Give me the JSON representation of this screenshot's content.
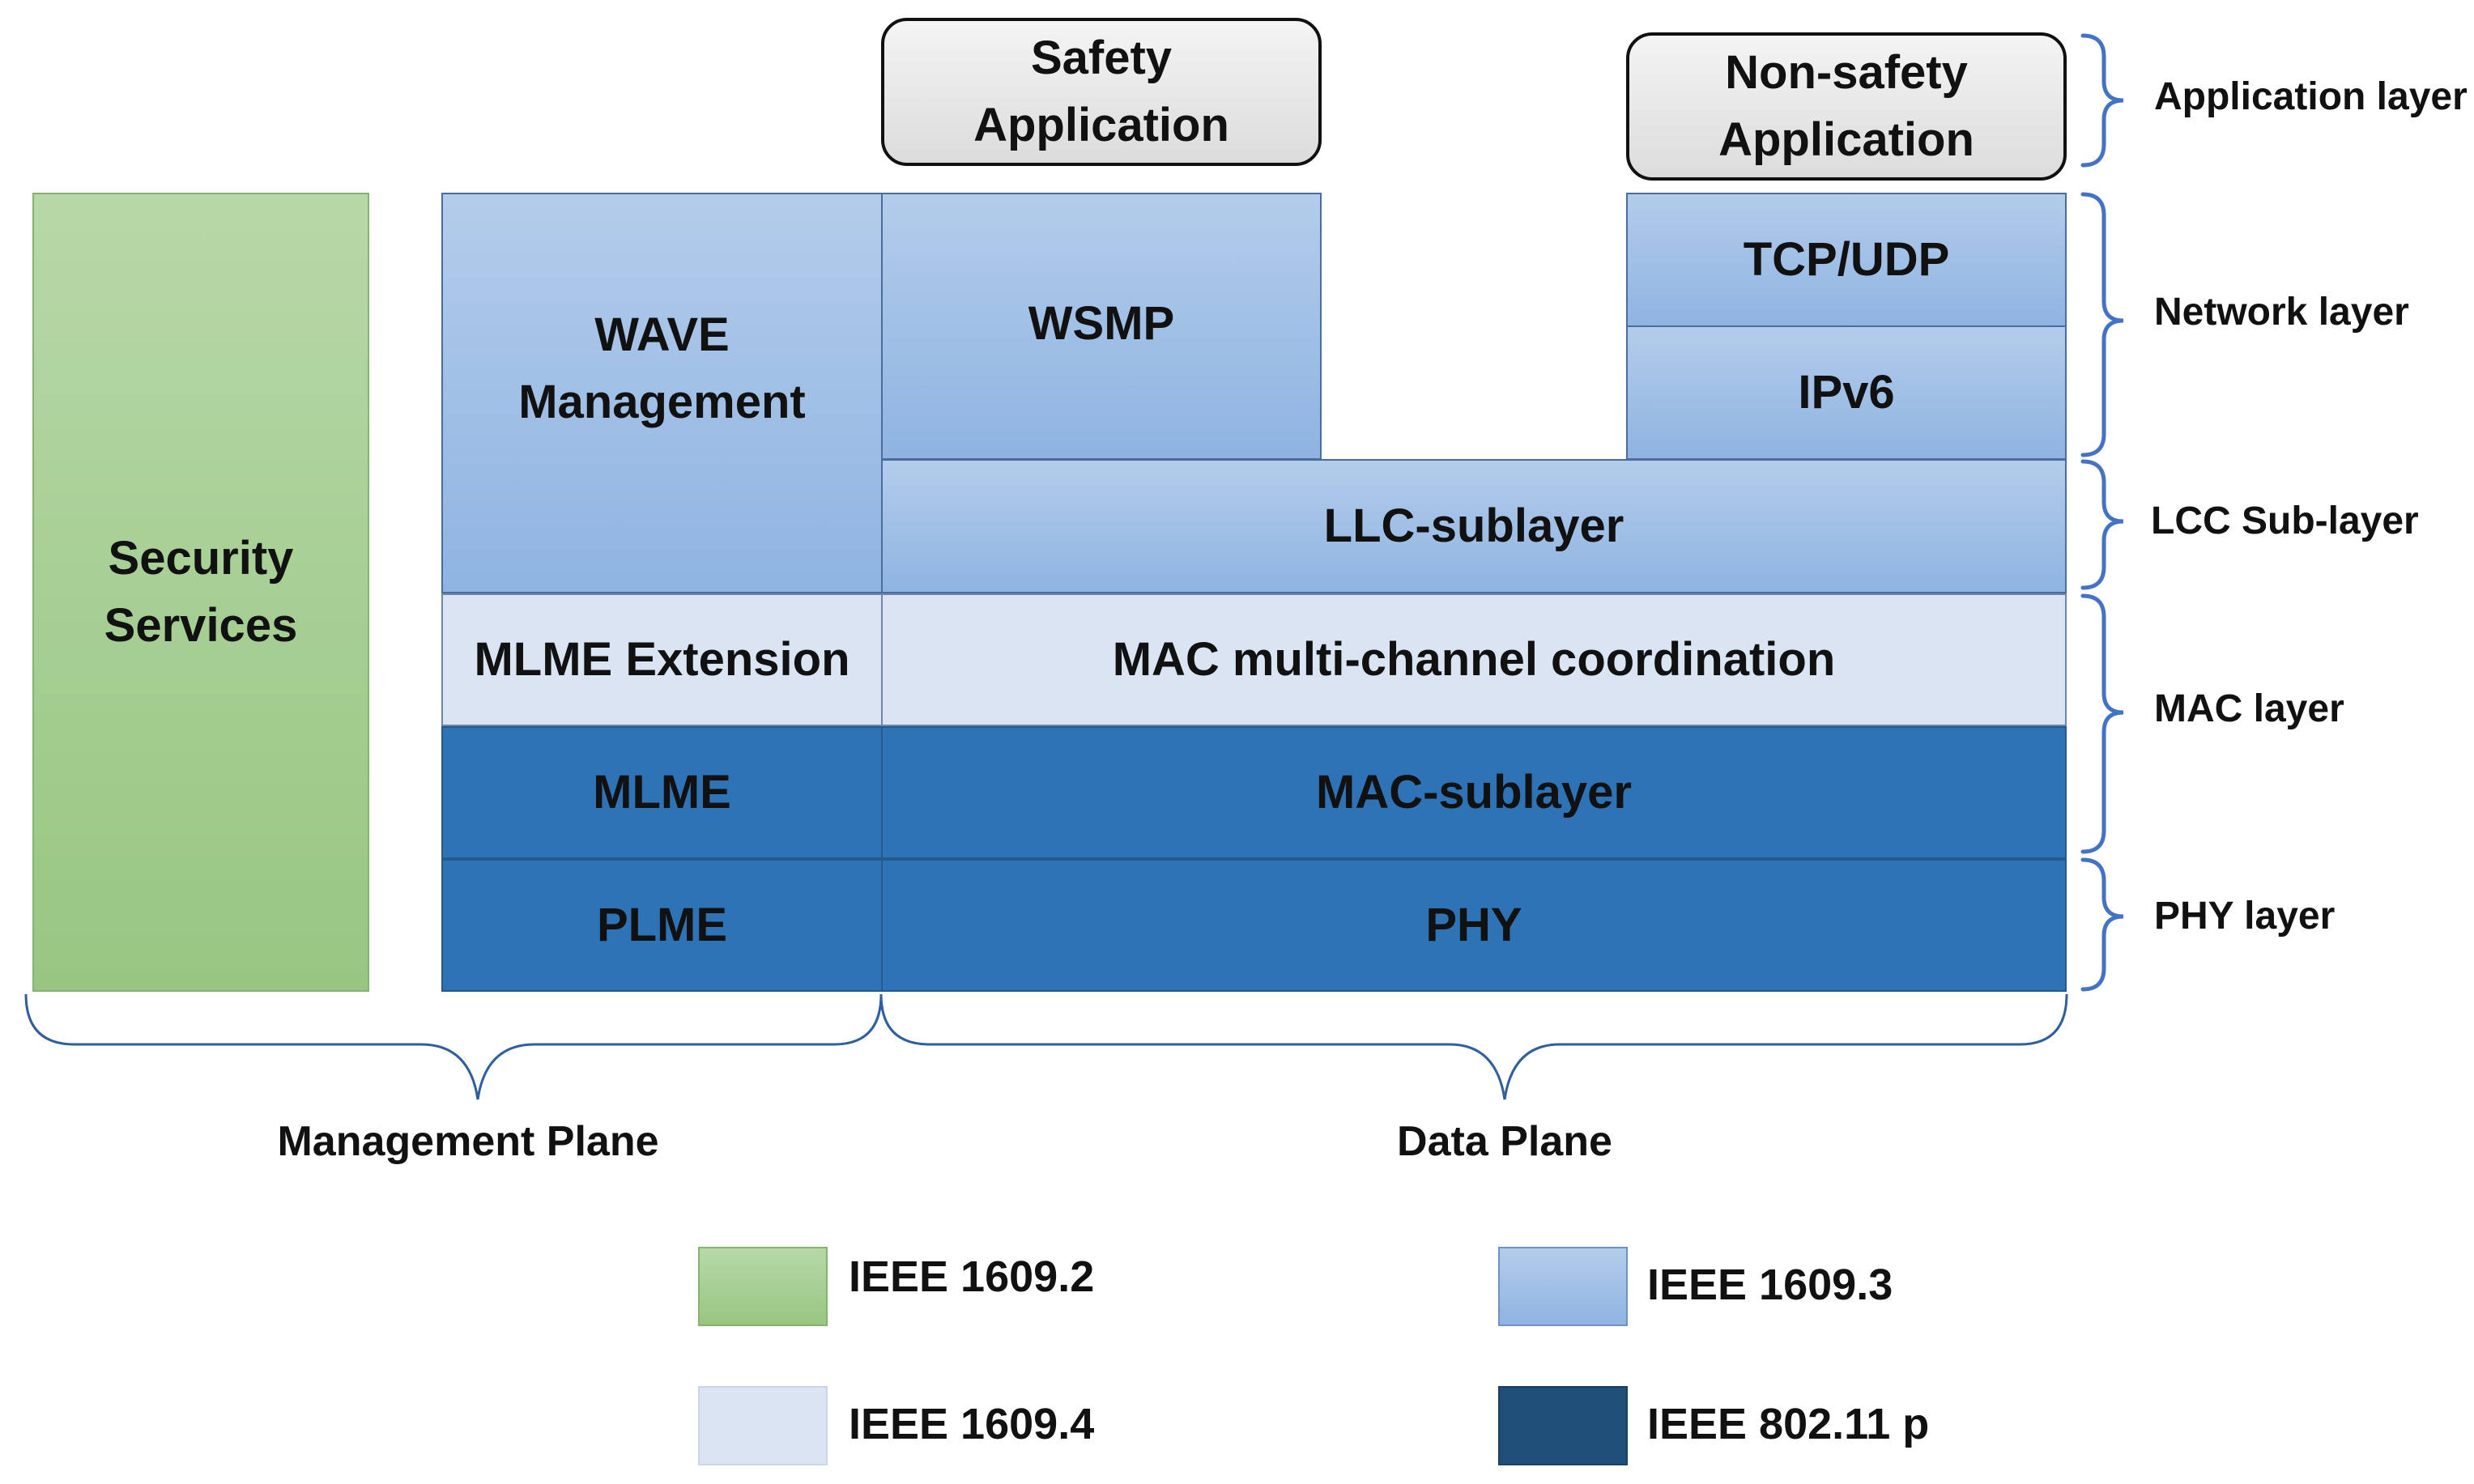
{
  "blocks": {
    "security_services": "Security Services",
    "wave_management": "WAVE Management",
    "wsmp": "WSMP",
    "tcp_udp": "TCP/UDP",
    "ipv6": "IPv6",
    "llc_sublayer": "LLC-sublayer",
    "mlme_extension": "MLME Extension",
    "mac_multichannel": "MAC multi-channel coordination",
    "mlme": "MLME",
    "mac_sublayer": "MAC-sublayer",
    "plme": "PLME",
    "phy": "PHY"
  },
  "applications": {
    "safety": "Safety Application",
    "non_safety": "Non-safety Application"
  },
  "layers": {
    "application": "Application layer",
    "network": "Network layer",
    "llc": "LCC Sub-layer",
    "mac": "MAC layer",
    "phy": "PHY layer"
  },
  "planes": {
    "management": "Management Plane",
    "data": "Data Plane"
  },
  "legend": [
    {
      "label": "IEEE 1609.2",
      "color": "#a7cf94"
    },
    {
      "label": "IEEE 1609.3",
      "color": "#a2c0e6"
    },
    {
      "label": "IEEE 1609.4",
      "color": "#dae4f3"
    },
    {
      "label": "IEEE 802.11 p",
      "color": "#1f4e79"
    }
  ],
  "colors": {
    "bracket_right": "#4472c4",
    "bracket_bottom": "#2f5f9e"
  }
}
